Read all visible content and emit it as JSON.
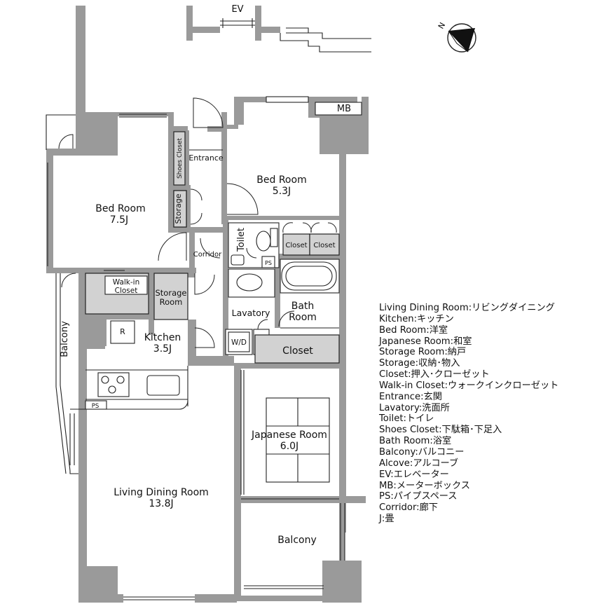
{
  "rooms": {
    "bed_room_1": {
      "name": "Bed Room",
      "size": "7.5J"
    },
    "bed_room_2": {
      "name": "Bed Room",
      "size": "5.3J"
    },
    "kitchen": {
      "name": "Kitchen",
      "size": "3.5J"
    },
    "living": {
      "name": "Living Dining Room",
      "size": "13.8J"
    },
    "japanese": {
      "name": "Japanese Room",
      "size": "6.0J"
    },
    "entrance": "Entrance",
    "shoes_closet": "Shoes Closet",
    "storage": "Storage",
    "corridor": "Corridor",
    "toilet": "Toilet",
    "ps_upper": "PS",
    "ps_kitchen": "PS",
    "closet_left": "Closet",
    "closet_right": "Closet",
    "walkin_line1": "Walk-in",
    "walkin_line2": "Closet",
    "storage_room_line1": "Storage",
    "storage_room_line2": "Room",
    "lavatory": "Lavatory",
    "bath_line1": "Bath",
    "bath_line2": "Room",
    "wd": "W/D",
    "closet_big": "Closet",
    "balcony_side": "Balcony",
    "balcony_bottom": "Balcony",
    "fridge": "R",
    "ev": "EV",
    "mb": "MB",
    "compass_letter": "N"
  },
  "legend": [
    "Living Dining Room:リビングダイニング",
    "Kitchen:キッチン",
    "Bed Room:洋室",
    "Japanese Room:和室",
    "Storage Room:納戸",
    "Storage:収納･物入",
    "Closet:押入･クローゼット",
    "Walk-in Closet:ウォークインクローゼット",
    "Entrance:玄関",
    "Lavatory:洗面所",
    "Toilet:トイレ",
    "Shoes Closet:下駄箱･下足入",
    "Bath Room:浴室",
    "Balcony:バルコニー",
    "Alcove:アルコーブ",
    "EV:エレベーター",
    "MB:メーターボックス",
    "PS:パイプスペース",
    "Corridor:廊下",
    "J:畳"
  ],
  "colors": {
    "wall": "#9a9a9a",
    "fixture_fill": "#d2d2d2",
    "line": "#222222"
  }
}
